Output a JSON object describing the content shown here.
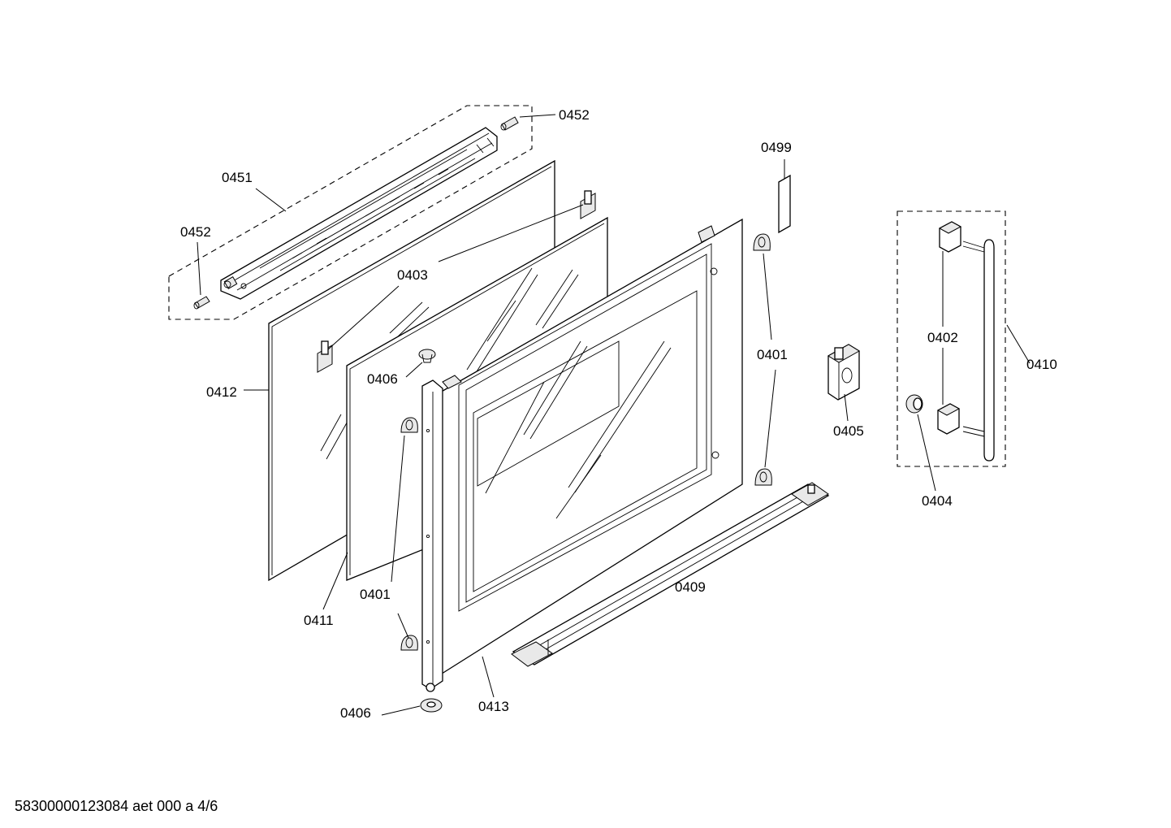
{
  "diagram": {
    "callouts": {
      "c0452_top": "0452",
      "c0451": "0451",
      "c0452_left": "0452",
      "c0403": "0403",
      "c0412": "0412",
      "c0406_upper": "0406",
      "c0411": "0411",
      "c0401_left": "0401",
      "c0406_lower": "0406",
      "c0413": "0413",
      "c0409": "0409",
      "c0401_right": "0401",
      "c0499": "0499",
      "c0405": "0405",
      "c0402": "0402",
      "c0404": "0404",
      "c0410": "0410"
    },
    "footer": "58300000123084 aet 000 a 4/6"
  }
}
